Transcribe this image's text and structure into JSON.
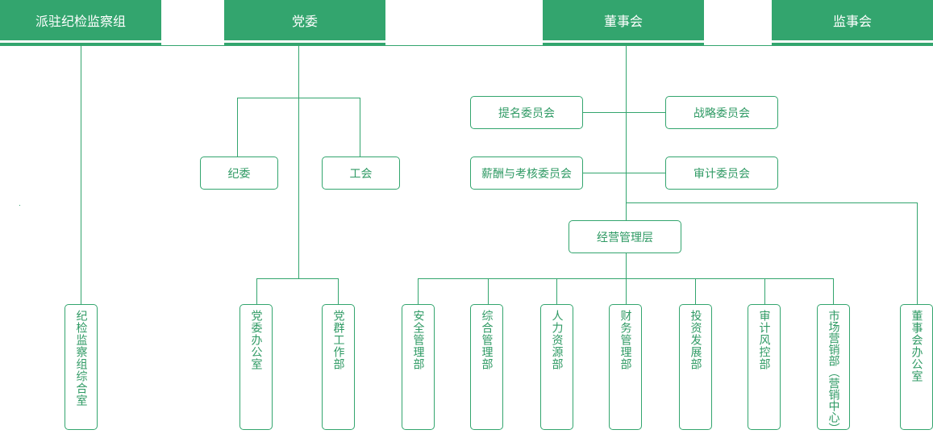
{
  "colors": {
    "accent": "#33a56e",
    "text": "#2f9a64",
    "header_text": "#ffffff"
  },
  "headers": [
    {
      "id": "inspection",
      "label": "派驻纪检监察组"
    },
    {
      "id": "party",
      "label": "党委"
    },
    {
      "id": "board",
      "label": "董事会"
    },
    {
      "id": "supervisory",
      "label": "监事会"
    }
  ],
  "party_units": [
    {
      "label": "纪委"
    },
    {
      "label": "工会"
    }
  ],
  "board_committees": [
    {
      "label": "提名委员会"
    },
    {
      "label": "战略委员会"
    },
    {
      "label": "薪酬与考核委员会"
    },
    {
      "label": "审计委员会"
    }
  ],
  "management": {
    "label": "经营管理层"
  },
  "departments": [
    {
      "label": "纪检监察组综合室"
    },
    {
      "label": "党委办公室"
    },
    {
      "label": "党群工作部"
    },
    {
      "label": "安全管理部"
    },
    {
      "label": "综合管理部"
    },
    {
      "label": "人力资源部"
    },
    {
      "label": "财务管理部"
    },
    {
      "label": "投资发展部"
    },
    {
      "label": "审计风控部"
    },
    {
      "label": "市场营销部（营销中心）"
    },
    {
      "label": "董事会办公室"
    }
  ]
}
